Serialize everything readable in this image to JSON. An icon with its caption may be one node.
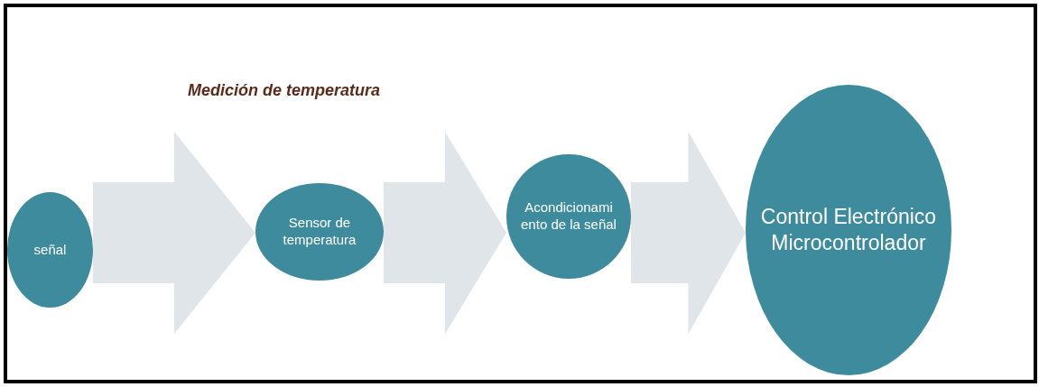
{
  "diagram": {
    "title": "Medición de temperatura",
    "nodes": [
      {
        "text": [
          "señal"
        ]
      },
      {
        "text": [
          "Sensor de temperatura"
        ]
      },
      {
        "text": [
          "Acondicionami ento de la señal"
        ]
      },
      {
        "text": [
          "Control Electrónico Microcontrolador"
        ]
      }
    ],
    "edges": [
      {
        "from": 0,
        "to": 1,
        "arrow": "to"
      },
      {
        "from": 1,
        "to": 2,
        "arrow": "to"
      },
      {
        "from": 2,
        "to": 3,
        "arrow": "to"
      }
    ]
  }
}
